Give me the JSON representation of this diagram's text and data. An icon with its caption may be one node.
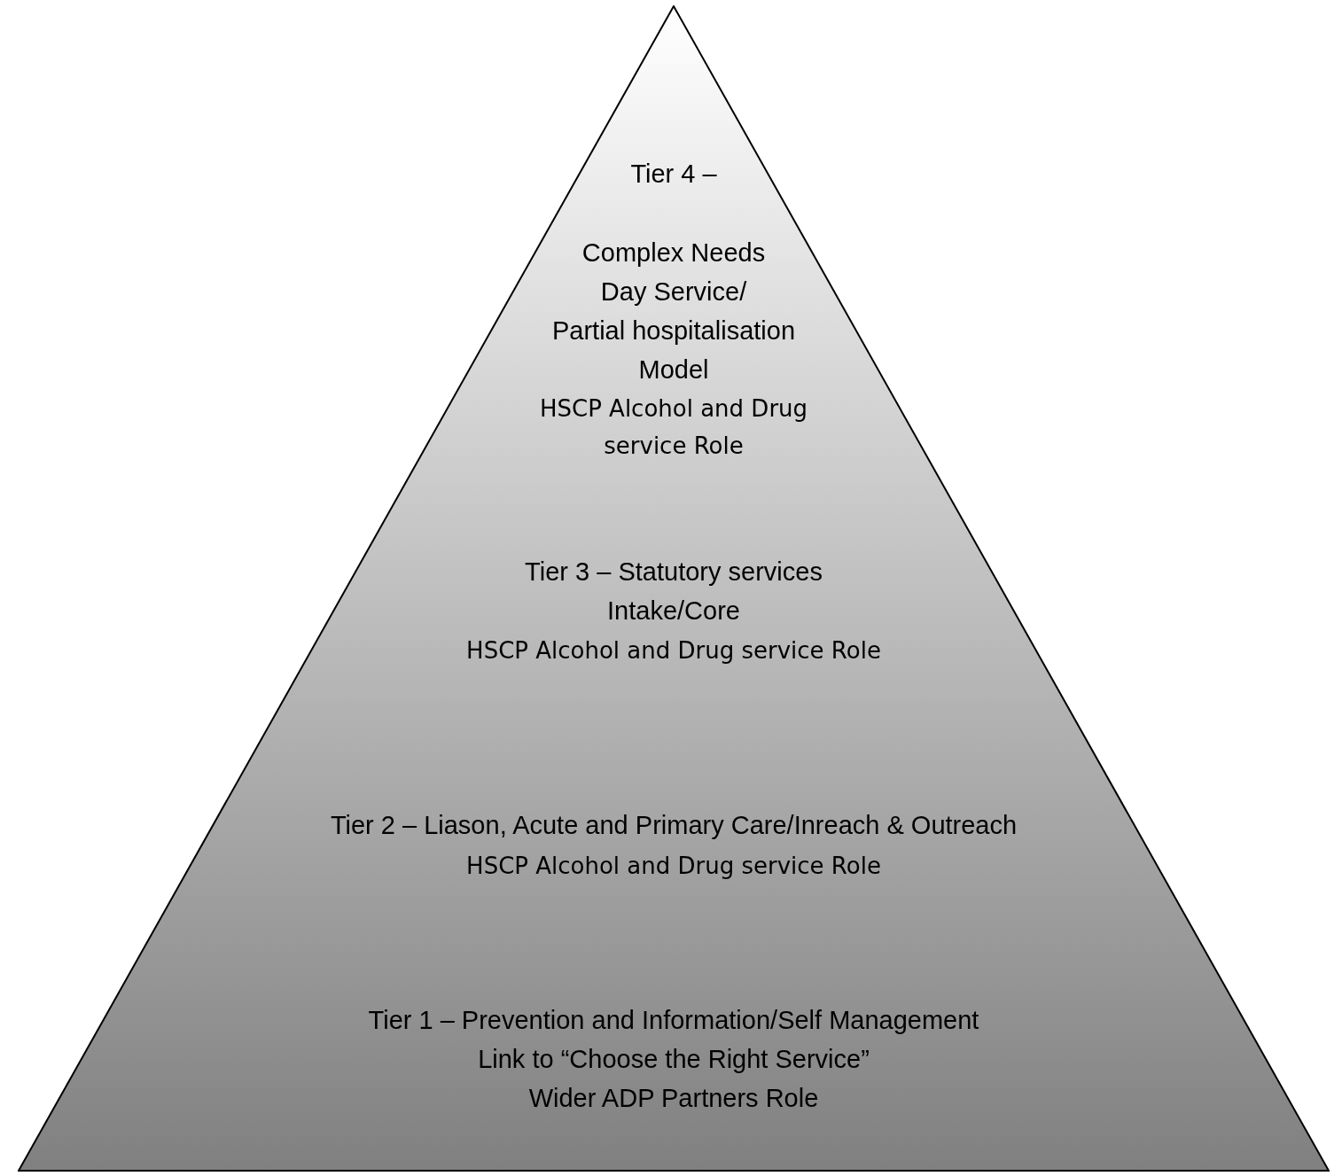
{
  "diagram": {
    "nodes": [
      {
        "text": [
          "Tier 4 –",
          "Complex Needs Day Service/ Partial hospitalisation Model",
          "HSCP Alcohol and Drug service Role",
          "Tier 3 – Statutory services Intake/Core",
          "HSCP Alcohol and Drug service Role",
          "Tier 2 – Liason, Acute and Primary Care/Inreach & Outreach",
          "HSCP Alcohol and Drug service Role",
          "Tier 1 – Prevention and Information/Self Management Link to “Choose the Right Service” Wider ADP Partners Role"
        ]
      }
    ]
  }
}
